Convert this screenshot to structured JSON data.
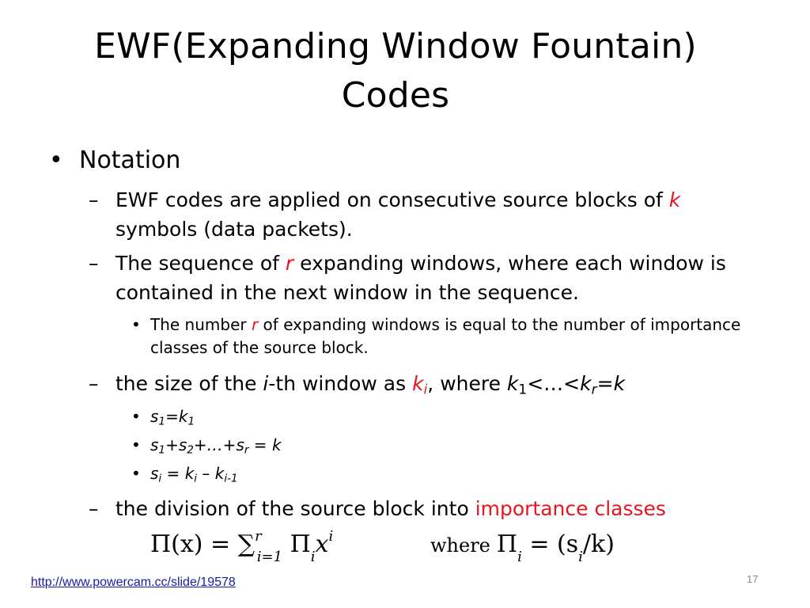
{
  "slide": {
    "title": "EWF(Expanding Window Fountain) Codes",
    "bullet": "Notation",
    "items": {
      "a": {
        "p1": "EWF codes are applied on consecutive source blocks of ",
        "var": "k",
        "p2": " symbols (data packets)."
      },
      "b": {
        "p1": "The sequence of ",
        "var": "r",
        "p2": " expanding windows, where each window is contained in the next window in the sequence."
      },
      "b_sub": {
        "p1": "The number ",
        "var": "r",
        "p2": " of expanding windows is equal to the number of importance classes of the source block."
      },
      "c": {
        "p1": "the size of the ",
        "i": "i",
        "p2": "-th window as ",
        "k": "k",
        "ki": "i",
        "p3": ", where ",
        "k1": "k",
        "k1s": "1",
        "p4": "<…<",
        "kr": "k",
        "krs": "r",
        "eq": "=",
        "kfin": "k"
      },
      "c_subs": {
        "s1": {
          "s": "s",
          "s_sub": "1",
          "eq": "=",
          "k": "k",
          "k_sub": "1"
        },
        "s2": {
          "s1": "s",
          "s1_sub": "1",
          "plus1": "+",
          "s2": "s",
          "s2_sub": "2",
          "mid": "+…+",
          "sr": "s",
          "sr_sub": "r",
          "eq": " = ",
          "k": "k"
        },
        "s3": {
          "s": "s",
          "s_sub": "i",
          "eq": " = ",
          "k": "k",
          "k_sub": "i",
          "minus": " – ",
          "k2": "k",
          "k2_sub": "i-1"
        }
      },
      "d": {
        "p1": "the division of the source block into ",
        "red": "importance classes"
      }
    },
    "formula": {
      "left_pi": "Π(x)",
      "eq": " = ",
      "sum": "∑",
      "sum_sup": "r",
      "sum_sub": "i=1",
      "term": " Π",
      "term_sub": "i",
      "term_x": "x",
      "term_sup": "i",
      "where": "where",
      "pi_i": "Π",
      "pi_i_sub": "i",
      "rhs": " = (s",
      "rhs_sub": "i",
      "rhs_end": "/k)"
    },
    "link": "http://www.powercam.cc/slide/19578",
    "page_number": "17",
    "accent_color": "#e8141e"
  }
}
